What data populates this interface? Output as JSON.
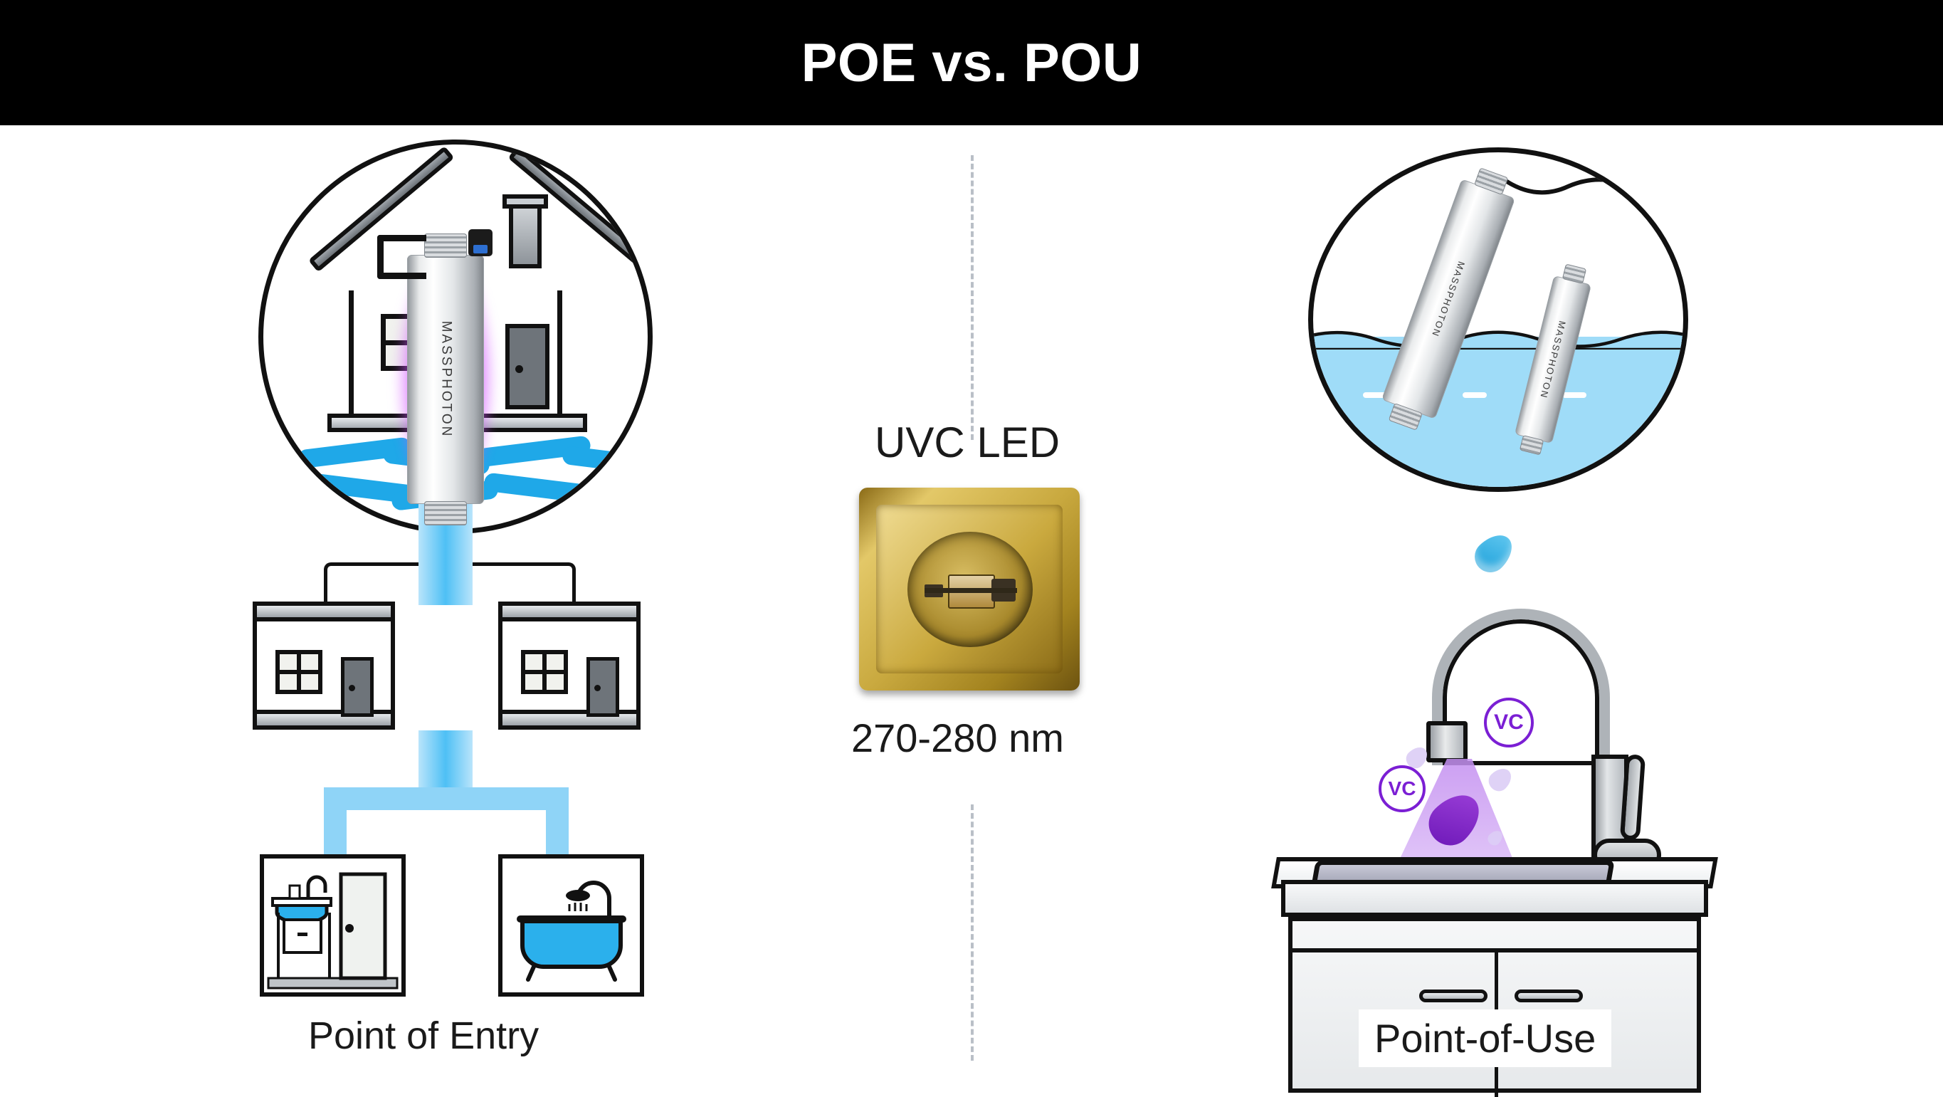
{
  "header": {
    "title": "POE vs. POU",
    "background_color": "#000000",
    "text_color": "#ffffff"
  },
  "center": {
    "led_title": "UVC LED",
    "wavelength": "270-280 nm",
    "led_package_color": "#c9a227",
    "divider": "dashed-vertical-divider"
  },
  "left_panel": {
    "caption": "Point of Entry",
    "device_brand": "MASSPHOTON",
    "icons": {
      "circle": "house-circle-illustration",
      "house": "house-icon",
      "chimney": "chimney-icon",
      "window": "window-icon",
      "door": "door-icon",
      "waves": "water-waves-icon",
      "sterilizer": "uv-sterilizer-cylinder",
      "mini_house_left": "house-unit-icon",
      "mini_house_right": "house-unit-icon",
      "sink_room": "bathroom-sink-icon",
      "bath_room": "bathtub-shower-icon"
    },
    "accent_color": "#1fa8e8",
    "glow_color": "#c93cff"
  },
  "right_panel": {
    "caption": "Point-of-Use",
    "device_brand": "MASSPHOTON",
    "badges": [
      "VC",
      "VC"
    ],
    "icons": {
      "circle": "water-tank-circle-illustration",
      "sterilizer_large": "uv-sterilizer-cylinder-large",
      "sterilizer_small": "uv-sterilizer-cylinder-small",
      "droplet": "water-droplet-icon",
      "faucet": "kitchen-faucet-icon",
      "uv_cone": "uv-light-cone",
      "cabinet": "sink-cabinet-icon",
      "sink": "sink-basin-icon"
    },
    "uv_color": "#7b1fd4",
    "water_color": "#9fdcf8"
  }
}
